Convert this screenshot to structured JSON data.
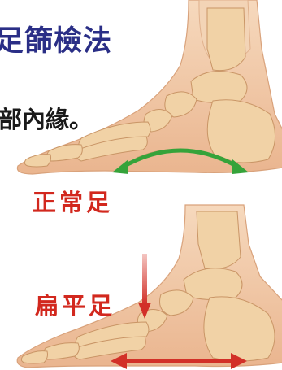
{
  "title": "足篩檢法",
  "description": "部內緣。",
  "labels": {
    "normal_foot": "正常足",
    "flat_foot": "扁平足"
  },
  "colors": {
    "title": "#2a2e86",
    "description": "#1a1a1a",
    "label": "#d2281e",
    "normal_arch_arrow": "#35a33a",
    "flat_arrow": "#d23028",
    "bone": "#f1d2a6",
    "skin": "#f3c9a4"
  },
  "icons": {
    "normal_arch_arrow": "double-headed-curved-arrow",
    "flat_arch_arrow": "double-headed-straight-arrow",
    "pressure_arrow": "down-arrow"
  }
}
